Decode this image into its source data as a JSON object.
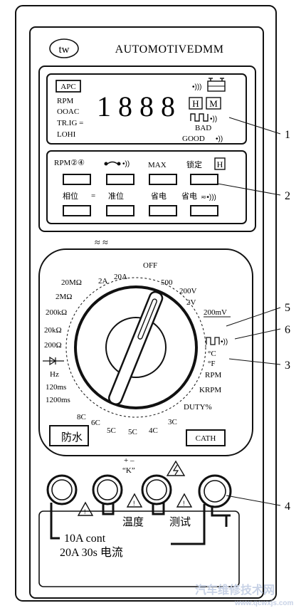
{
  "device": {
    "logo": "tw",
    "title": "AUTOMOTIVEDMM"
  },
  "display": {
    "apc": "APC",
    "rpm": "RPM",
    "ooac": "OOAC",
    "trig": "TR.IG =",
    "lohi": "LOHI",
    "digits": "1888",
    "h": "H",
    "m": "M",
    "bad": "BAD",
    "good": "GOOD"
  },
  "buttons": {
    "rpm24": "RPM②④",
    "max": "MAX",
    "lock": "锁定",
    "hold": "H",
    "phase": "相位",
    "eq": "=",
    "calib": "准位",
    "save1": "省电",
    "save2": "省电"
  },
  "approx_mark": "≈ ≈",
  "dial": {
    "off": "OFF",
    "left": [
      "20MΩ",
      "2MΩ",
      "200kΩ",
      "20kΩ",
      "200Ω",
      "Hz",
      "120ms",
      "1200ms"
    ],
    "top": [
      "2A",
      "20A",
      "500",
      "200V",
      "2V"
    ],
    "right": [
      "200mV",
      "°C",
      "°F",
      "RPM",
      "KRPM",
      "DUTY%"
    ],
    "bottom": [
      "8C",
      "6C",
      "5C",
      "5C",
      "4C",
      "3C"
    ]
  },
  "waterproof": "防水",
  "cath": "CATH",
  "jacks": {
    "polarity": "+  –",
    "k": "“K”",
    "temp": "温度",
    "test": "测试",
    "line1": "10A cont",
    "line2": "20A 30s 电流"
  },
  "callouts": [
    "1",
    "2",
    "3",
    "4",
    "5",
    "6"
  ],
  "watermark": {
    "cn": "汽车维修技术网",
    "url": "www.qcwxjs.com"
  }
}
